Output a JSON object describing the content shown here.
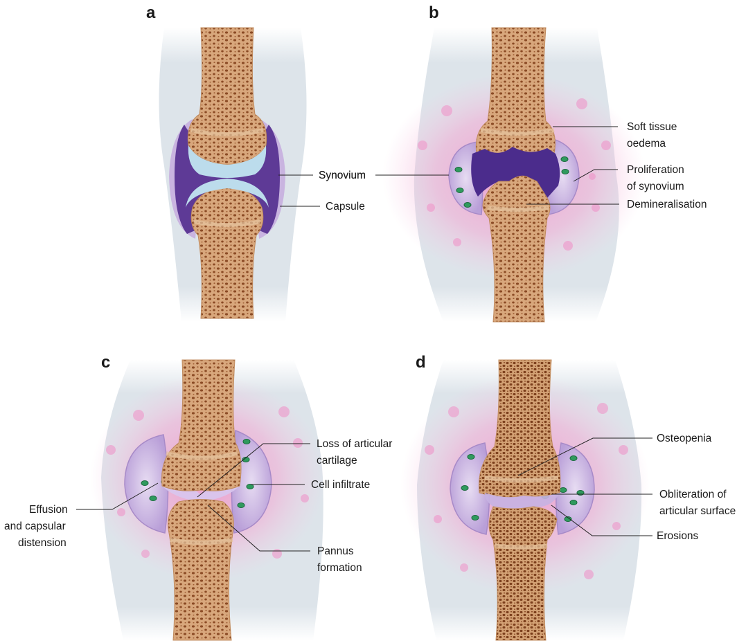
{
  "panels": {
    "a": {
      "letter": "a",
      "synovium": "Synovium",
      "capsule": "Capsule"
    },
    "b": {
      "letter": "b",
      "synovium": "Synovium",
      "soft_tissue_1": "Soft tissue",
      "soft_tissue_2": "oedema",
      "proliferation_1": "Proliferation",
      "proliferation_2": "of synovium",
      "demineralisation": "Demineralisation"
    },
    "c": {
      "letter": "c",
      "loss_1": "Loss of articular",
      "loss_2": "cartilage",
      "cell_infiltrate": "Cell infiltrate",
      "effusion_1": "Effusion",
      "effusion_2": "and capsular",
      "effusion_3": "distension",
      "pannus_1": "Pannus",
      "pannus_2": "formation"
    },
    "d": {
      "letter": "d",
      "osteopenia": "Osteopenia",
      "obliteration_1": "Obliteration of",
      "obliteration_2": "articular surface",
      "erosions": "Erosions"
    }
  },
  "colors": {
    "soft_tissue": "#dde4ea",
    "bone": "#d8a77c",
    "bone_pores": "#8a4a24",
    "cartilage": "#bcdcec",
    "synovium": "#5e3a96",
    "capsule_light": "#c9b4e0",
    "inflammation": "#ee8fc6",
    "infiltrate_cells": "#2f9a5e"
  }
}
